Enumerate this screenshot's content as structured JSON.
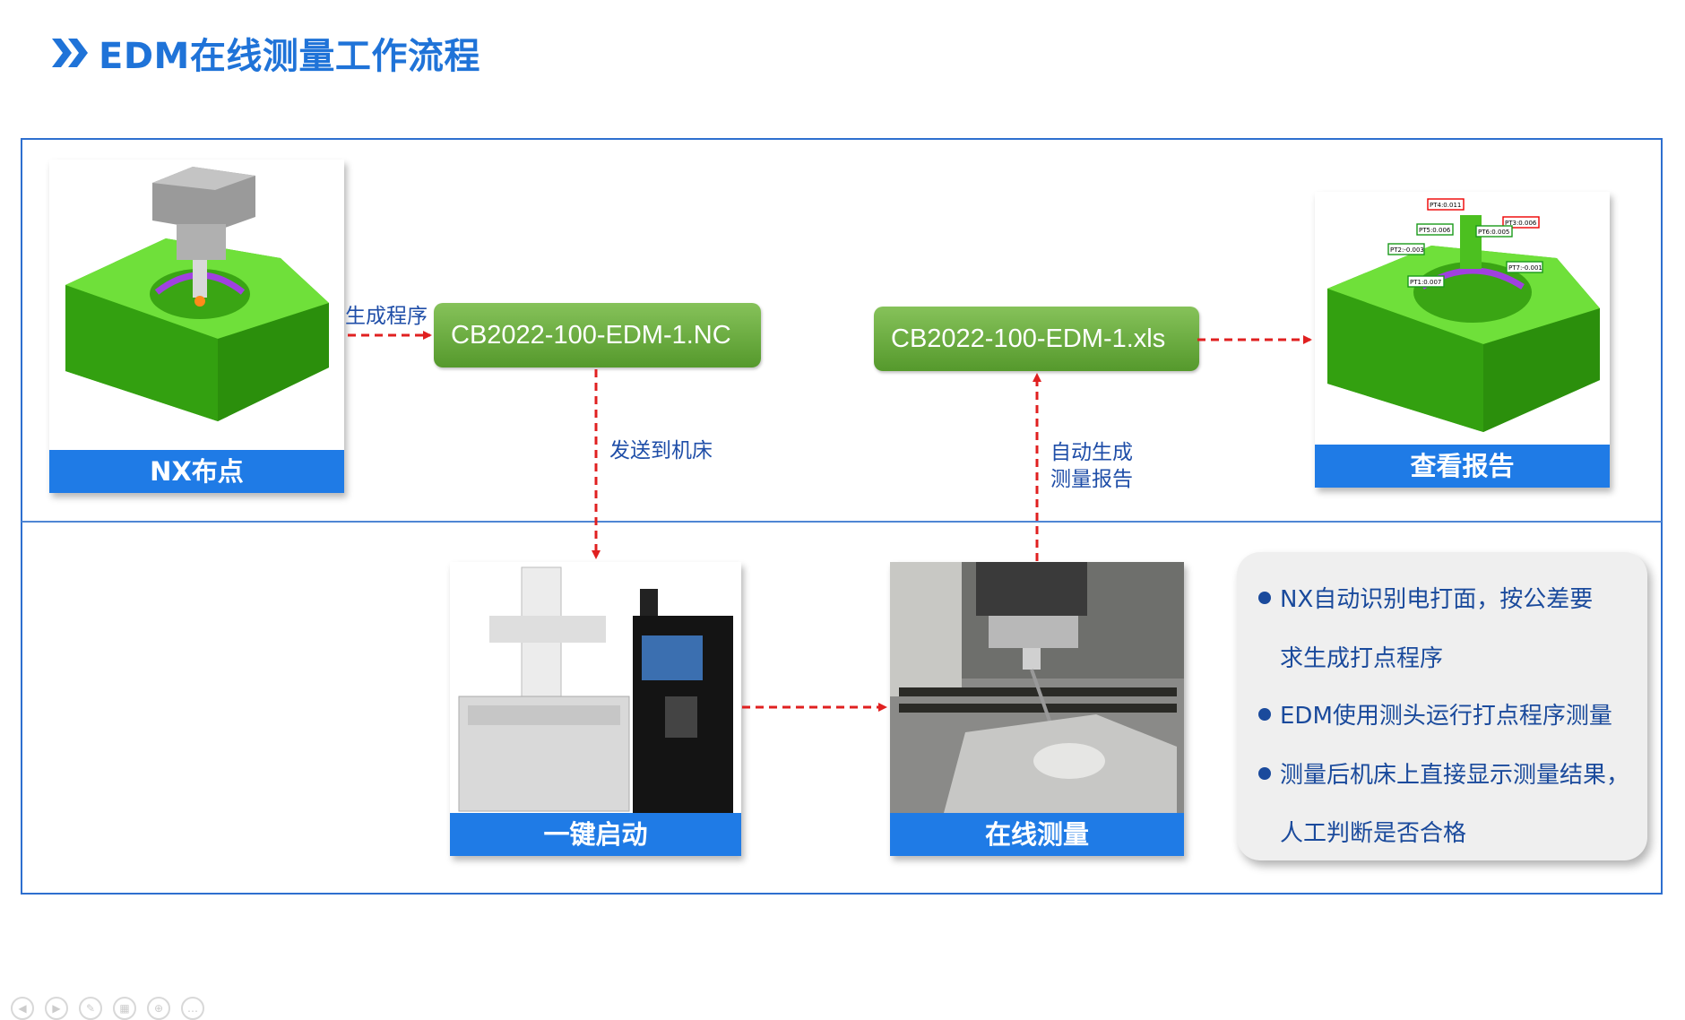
{
  "title": "EDM在线测量工作流程",
  "colors": {
    "title_blue": "#1f73d8",
    "caption_blue": "#1f7be6",
    "file_green": "#6aaf3d",
    "arrow_red": "#e02020",
    "note_text": "#1a4a9c"
  },
  "icons": [
    "double-chevron-icon"
  ],
  "steps": {
    "nx_layout": "NX布点",
    "one_key_start": "一键启动",
    "online_measure": "在线测量",
    "view_report": "查看报告"
  },
  "files": {
    "nc": "CB2022-100-EDM-1.NC",
    "xls": "CB2022-100-EDM-1.xls"
  },
  "arrows": {
    "generate_program": "生成程序",
    "send_to_machine": "发送到机床",
    "auto_generate_l1": "自动生成",
    "auto_generate_l2": "测量报告"
  },
  "report_tags": [
    "PT4:0.011",
    "PT3:0.006",
    "PT5:0.006",
    "PT6:0.005",
    "PT2:-0.003",
    "PT7:-0.001",
    "PT1:0.007"
  ],
  "notes": {
    "n1_line1": "NX自动识别电打面，按公差要",
    "n1_line2": "求生成打点程序",
    "n2": "EDM使用测头运行打点程序测量",
    "n3_line1": "测量后机床上直接显示测量结果，",
    "n3_line2": "人工判断是否合格"
  }
}
